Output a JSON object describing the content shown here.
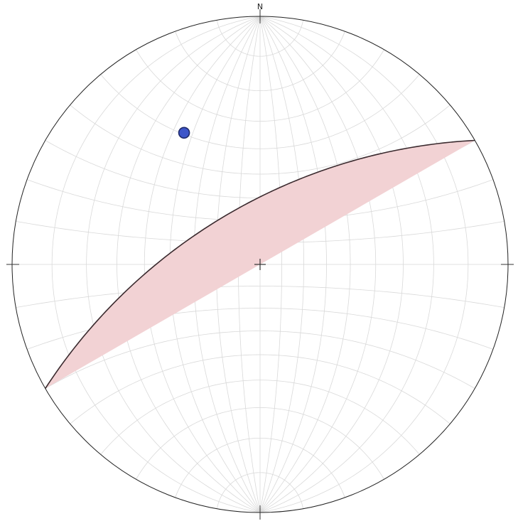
{
  "stereonet": {
    "north_label": "N",
    "colors": {
      "net_outline": "#222222",
      "grid": "#d9d9d9",
      "plane_fill": "#f2d2d4",
      "plane_line": "#3a2a2e",
      "pole_fill": "#3d55c9",
      "pole_stroke": "#1f2a6b"
    },
    "icons": {
      "pole": "filled-circle",
      "center": "crosshair-plus",
      "ticks": "tick-marks"
    },
    "plane": {
      "strike_deg": 240,
      "dip_deg": 63
    },
    "pole_point": {
      "trend_deg": 330,
      "plunge_deg": 27
    }
  }
}
